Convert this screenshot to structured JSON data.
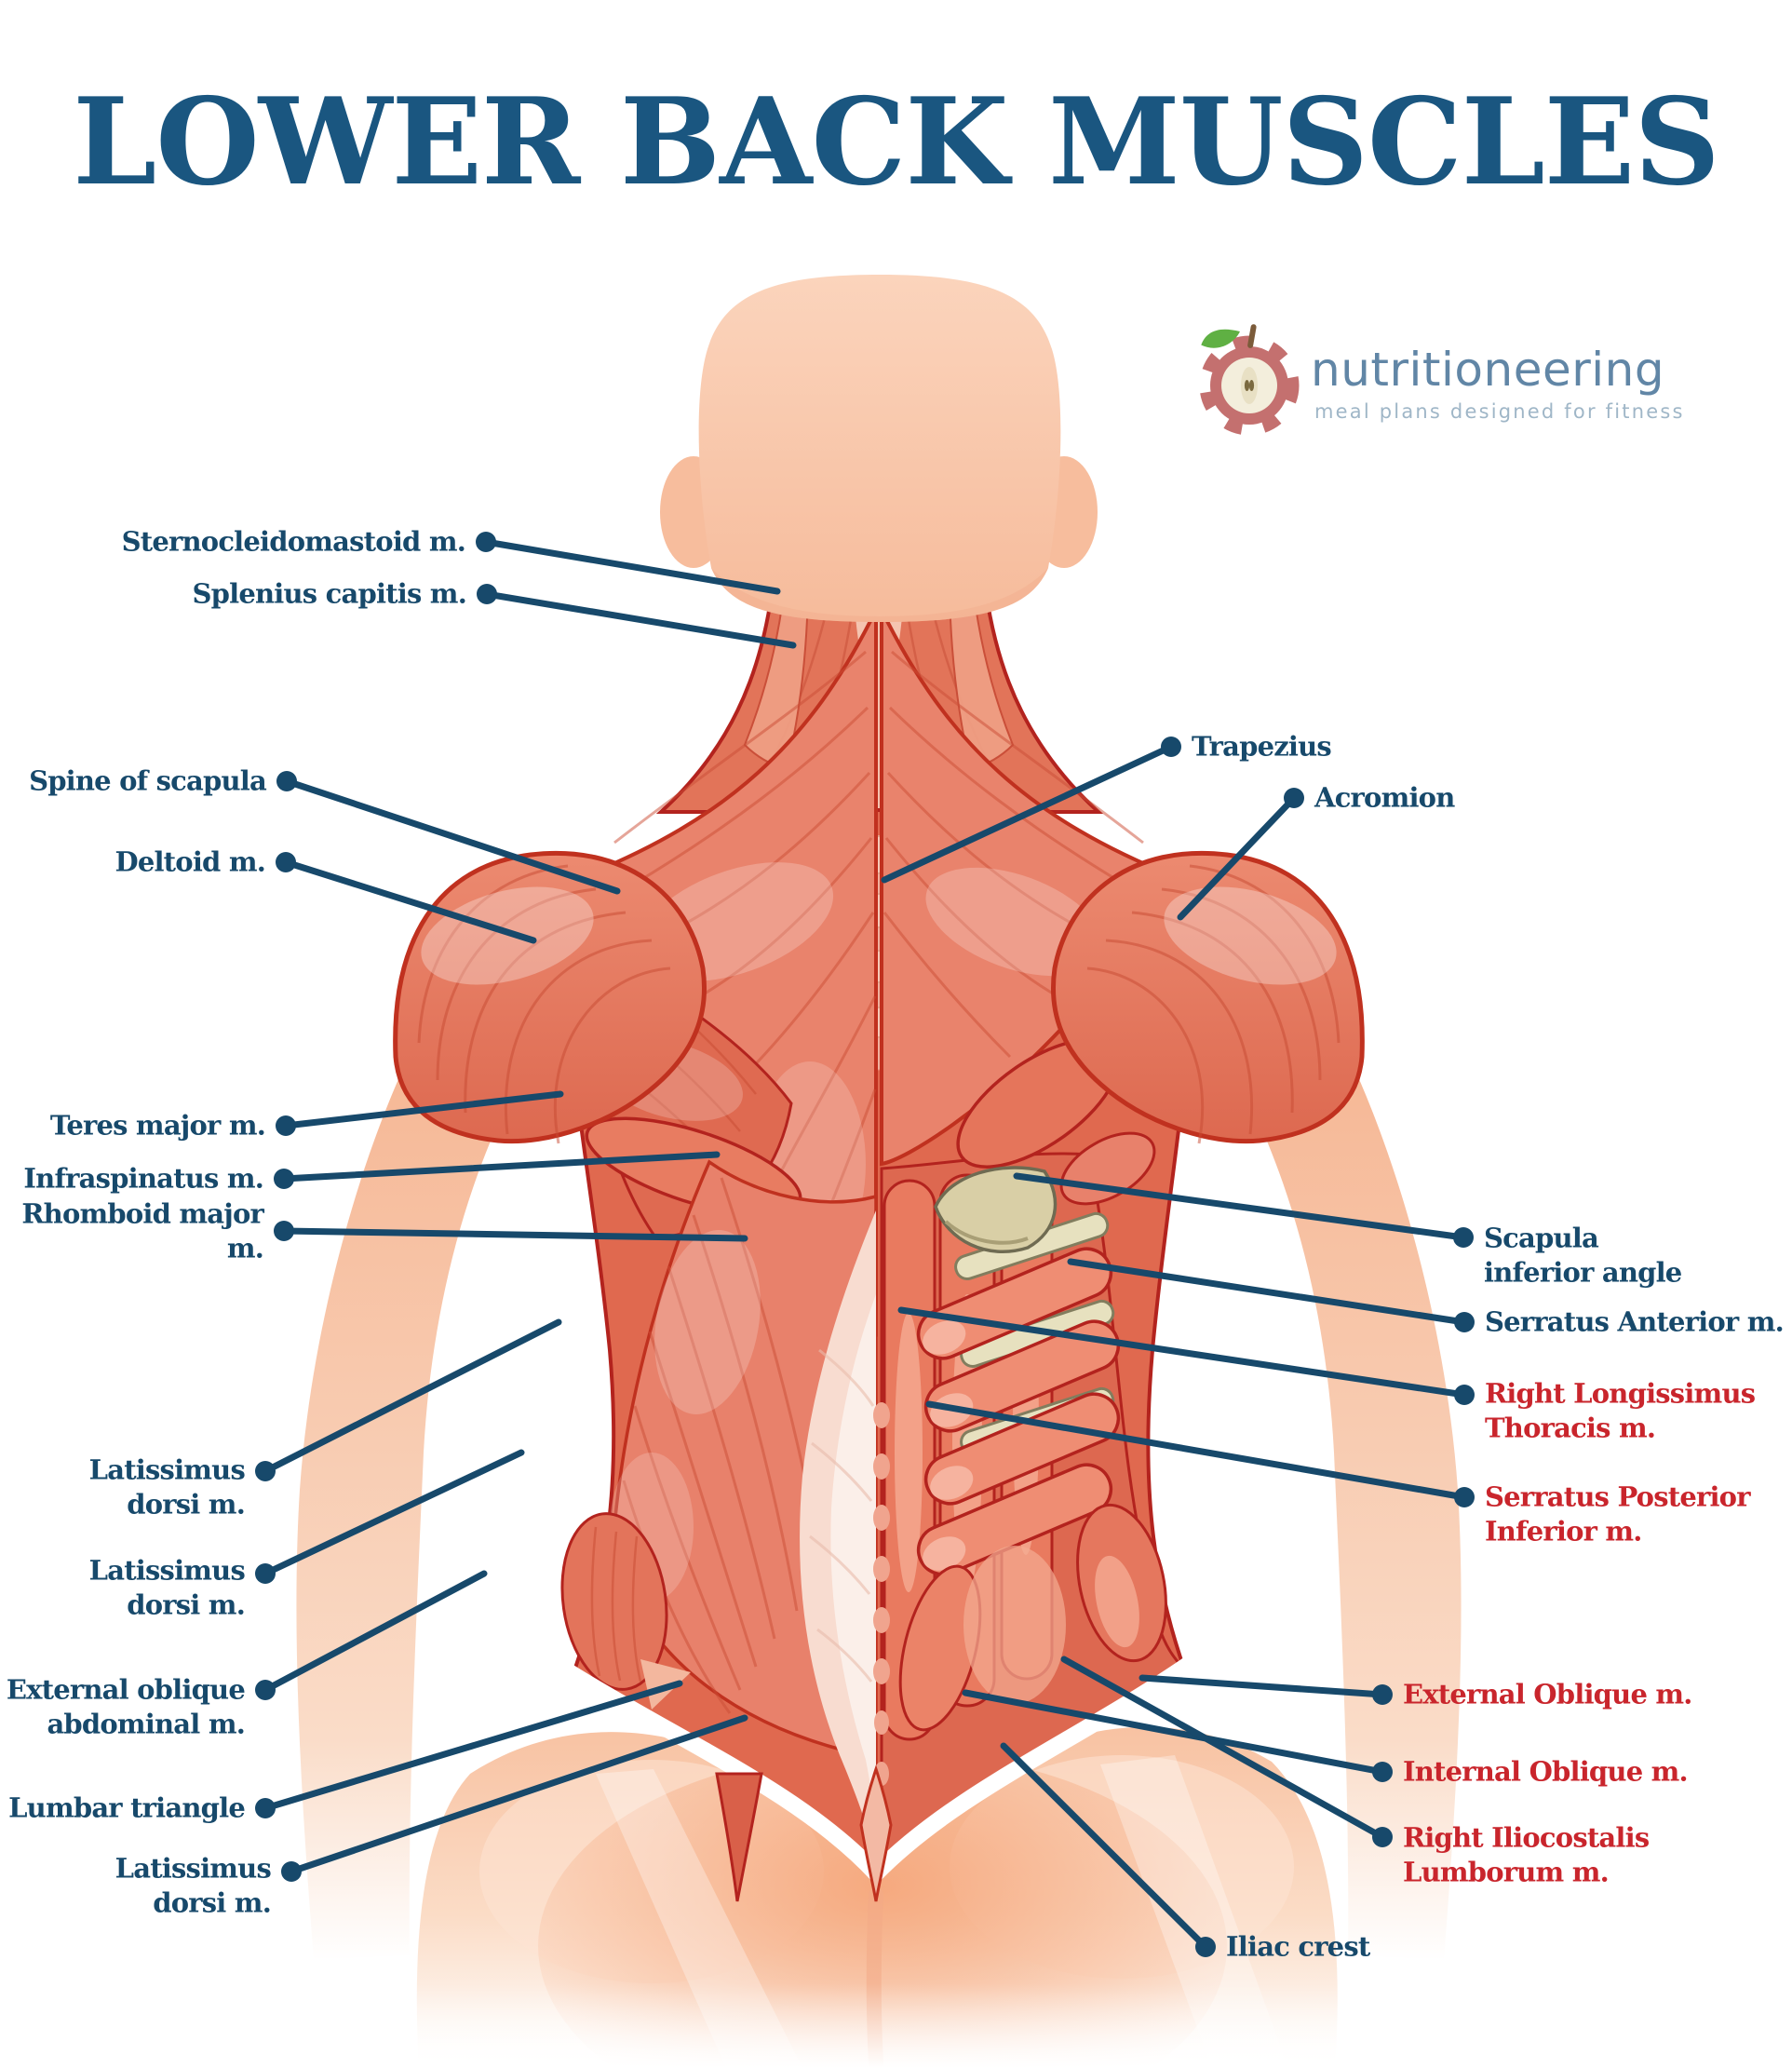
{
  "title": "LOWER BACK MUSCLES",
  "logo": {
    "name": "nutritioneering",
    "tagline": "meal plans designed for fitness"
  },
  "labels": [
    {
      "id": "sternocleidomastoid",
      "text": "Sternocleidomastoid m.",
      "side": "left",
      "emphasis": "blue"
    },
    {
      "id": "splenius-capitis",
      "text": "Splenius capitis m.",
      "side": "left",
      "emphasis": "blue"
    },
    {
      "id": "spine-of-scapula",
      "text": "Spine of scapula",
      "side": "left",
      "emphasis": "blue"
    },
    {
      "id": "deltoid",
      "text": "Deltoid m.",
      "side": "left",
      "emphasis": "blue"
    },
    {
      "id": "teres-major",
      "text": "Teres major m.",
      "side": "left",
      "emphasis": "blue"
    },
    {
      "id": "infraspinatus",
      "text": "Infraspinatus m.",
      "side": "left",
      "emphasis": "blue"
    },
    {
      "id": "rhomboid-major",
      "text": "Rhomboid major m.",
      "side": "left",
      "emphasis": "blue"
    },
    {
      "id": "latissimus-dorsi-1",
      "text": "Latissimus\ndorsi m.",
      "side": "left",
      "emphasis": "blue"
    },
    {
      "id": "latissimus-dorsi-2",
      "text": "Latissimus\ndorsi m.",
      "side": "left",
      "emphasis": "blue"
    },
    {
      "id": "external-oblique-abdominal",
      "text": "External oblique\nabdominal m.",
      "side": "left",
      "emphasis": "blue"
    },
    {
      "id": "lumbar-triangle",
      "text": "Lumbar triangle",
      "side": "left",
      "emphasis": "blue"
    },
    {
      "id": "latissimus-dorsi-3",
      "text": "Latissimus\ndorsi m.",
      "side": "left",
      "emphasis": "blue"
    },
    {
      "id": "trapezius",
      "text": "Trapezius",
      "side": "right",
      "emphasis": "blue"
    },
    {
      "id": "acromion",
      "text": "Acromion",
      "side": "right",
      "emphasis": "blue"
    },
    {
      "id": "scapula-inferior-angle",
      "text": "Scapula\ninferior angle",
      "side": "right",
      "emphasis": "blue"
    },
    {
      "id": "serratus-anterior",
      "text": "Serratus Anterior m.",
      "side": "right",
      "emphasis": "blue"
    },
    {
      "id": "right-longissimus-thoracis",
      "text": "Right Longissimus\nThoracis m.",
      "side": "right",
      "emphasis": "red"
    },
    {
      "id": "serratus-posterior-inferior",
      "text": "Serratus Posterior\nInferior m.",
      "side": "right",
      "emphasis": "red"
    },
    {
      "id": "external-oblique",
      "text": "External Oblique m.",
      "side": "right",
      "emphasis": "red"
    },
    {
      "id": "internal-oblique",
      "text": "Internal Oblique m.",
      "side": "right",
      "emphasis": "red"
    },
    {
      "id": "right-iliocostalis-lumborum",
      "text": "Right Iliocostalis\nLumborum m.",
      "side": "right",
      "emphasis": "red"
    },
    {
      "id": "iliac-crest",
      "text": "Iliac crest",
      "side": "right",
      "emphasis": "blue"
    }
  ],
  "colors": {
    "title": "#1A5680",
    "label_blue": "#17496B",
    "label_red": "#C9252C",
    "leader_line": "#17496B",
    "muscle": "#E0694F",
    "skin": "#F9C8AB",
    "bone_rib": "#E7E1BF",
    "fascia": "#F8DCD0"
  }
}
